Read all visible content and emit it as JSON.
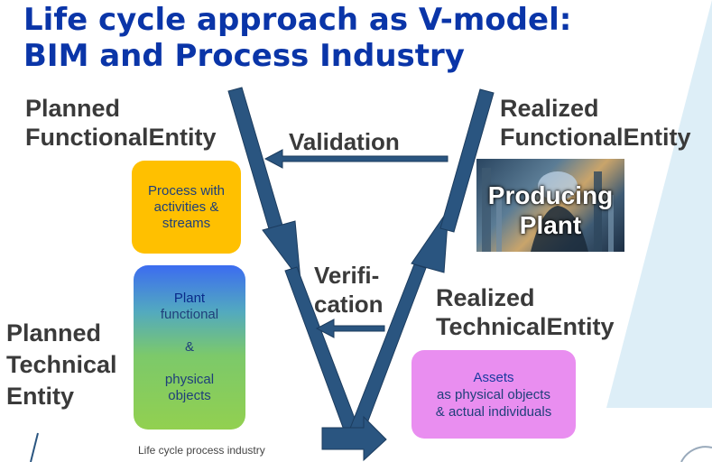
{
  "title": {
    "line1": "Life cycle approach as V-model:",
    "line2": "BIM and Process Industry"
  },
  "labels": {
    "planned_functional": [
      "Planned",
      "FunctionalEntity"
    ],
    "realized_functional": [
      "Realized",
      "FunctionalEntity"
    ],
    "realized_technical": [
      "Realized",
      "TechnicalEntity"
    ],
    "planned_technical": [
      "Planned",
      "Technical",
      "Entity"
    ],
    "validation": "Validation",
    "verification": [
      "Verifi-",
      "cation"
    ]
  },
  "boxes": {
    "process": [
      "Process with",
      "activities &",
      "streams"
    ],
    "plant": [
      "Plant",
      "functional",
      "&",
      "physical",
      "objects"
    ],
    "assets": [
      "Assets",
      "as physical objects",
      "& actual individuals"
    ]
  },
  "photo": {
    "text": [
      "Producing",
      "Plant"
    ]
  },
  "caption": "Life cycle process industry",
  "colors": {
    "title": "#0a35a8",
    "v_arrow": "#2a5580",
    "process_box": "#ffc000",
    "assets_box": "#e98ef0",
    "accent_triangle": "#ddeef7"
  }
}
